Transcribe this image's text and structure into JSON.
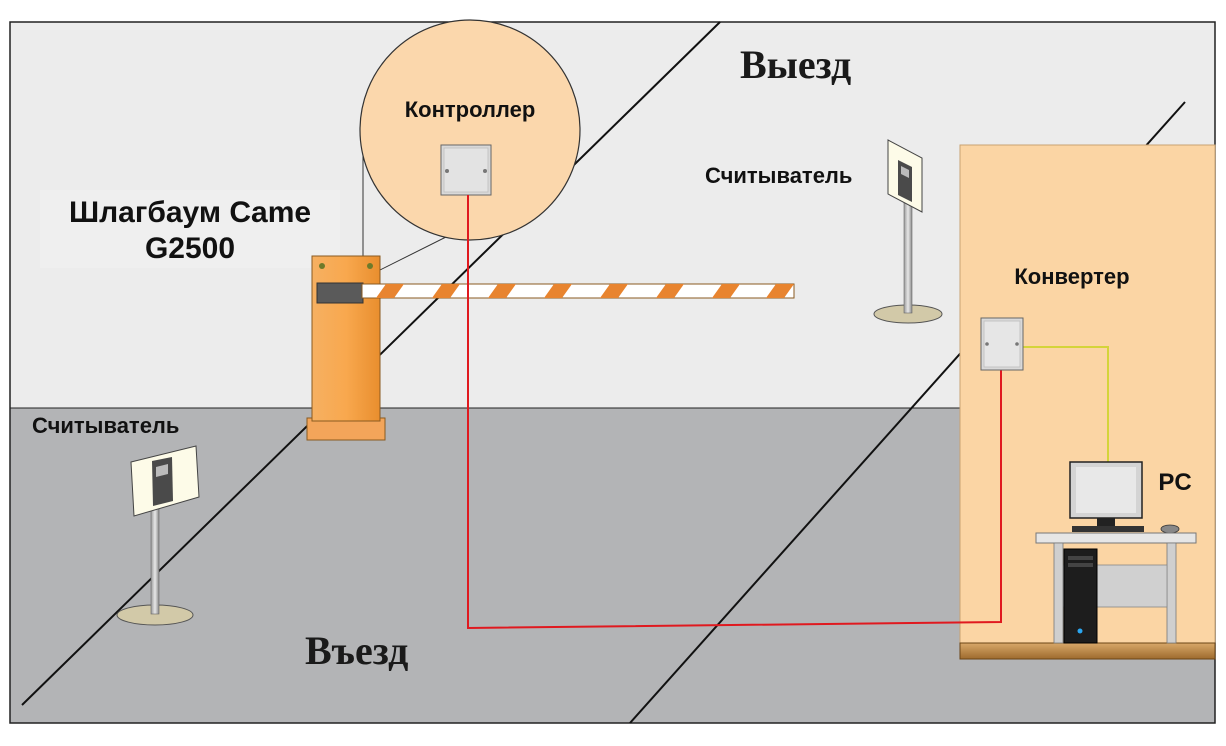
{
  "labels": {
    "exit": "Выезд",
    "entry": "Въезд",
    "controller": "Контроллер",
    "barrier_line1": "Шлагбаум Came",
    "barrier_line2": "G2500",
    "reader_top": "Считыватель",
    "reader_bottom": "Считыватель",
    "converter": "Конвертер",
    "pc": "PC"
  },
  "colors": {
    "exit_zone": "#ececec",
    "entry_zone": "#b3b4b6",
    "room": "#fbd5a4",
    "controller_circle": "#fbd7ac",
    "barrier_body": "#f7a449",
    "boom_stripe": "#e8842f",
    "signal_wire": "#e0191f",
    "usb_wire": "#d4d43a",
    "floor": "#c79353"
  }
}
